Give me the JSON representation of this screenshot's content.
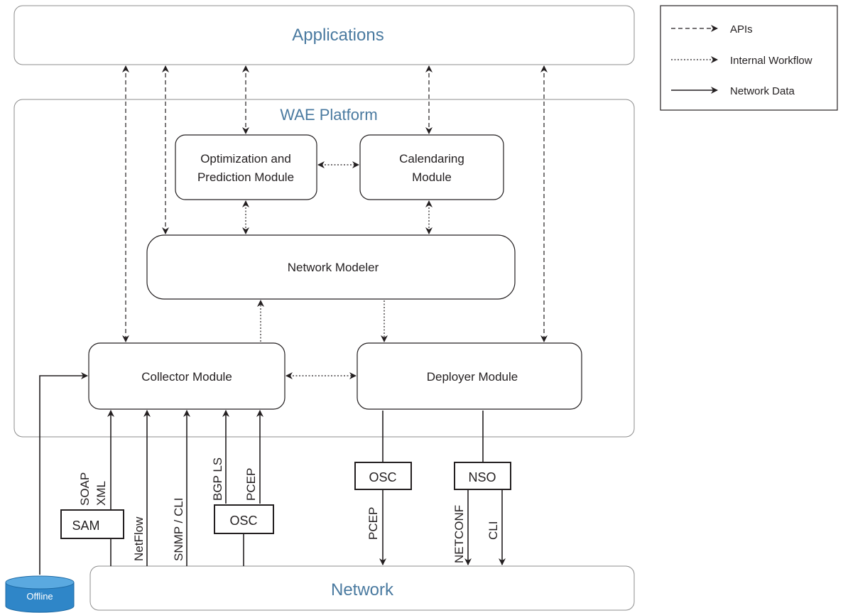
{
  "colors": {
    "title": "#4a7aa0",
    "stroke": "#231f20",
    "frame": "#8c8c8c",
    "db_fill": "#2f86c8",
    "db_top": "#5aa9e0"
  },
  "applications": {
    "title": "Applications"
  },
  "platform": {
    "title": "WAE Platform"
  },
  "network": {
    "title": "Network"
  },
  "modules": {
    "optimization": {
      "line1": "Optimization and",
      "line2": "Prediction Module"
    },
    "calendaring": {
      "line1": "Calendaring",
      "line2": "Module"
    },
    "modeler": {
      "label": "Network Modeler"
    },
    "collector": {
      "label": "Collector Module"
    },
    "deployer": {
      "label": "Deployer Module"
    }
  },
  "boxes": {
    "sam": "SAM",
    "osc_collector": "OSC",
    "osc_deployer": "OSC",
    "nso": "NSO"
  },
  "protocols": {
    "soap": "SOAP",
    "xml": "XML",
    "netflow": "NetFlow",
    "snmp": "SNMP / CLI",
    "bgpls": "BGP LS",
    "pcep_collector": "PCEP",
    "pcep_deployer": "PCEP",
    "netconf": "NETCONF",
    "cli": "CLI"
  },
  "offline": {
    "label": "Offline",
    "icon": "database-icon"
  },
  "legend": {
    "apis": "APIs",
    "internal": "Internal Workflow",
    "network_data": "Network Data"
  }
}
